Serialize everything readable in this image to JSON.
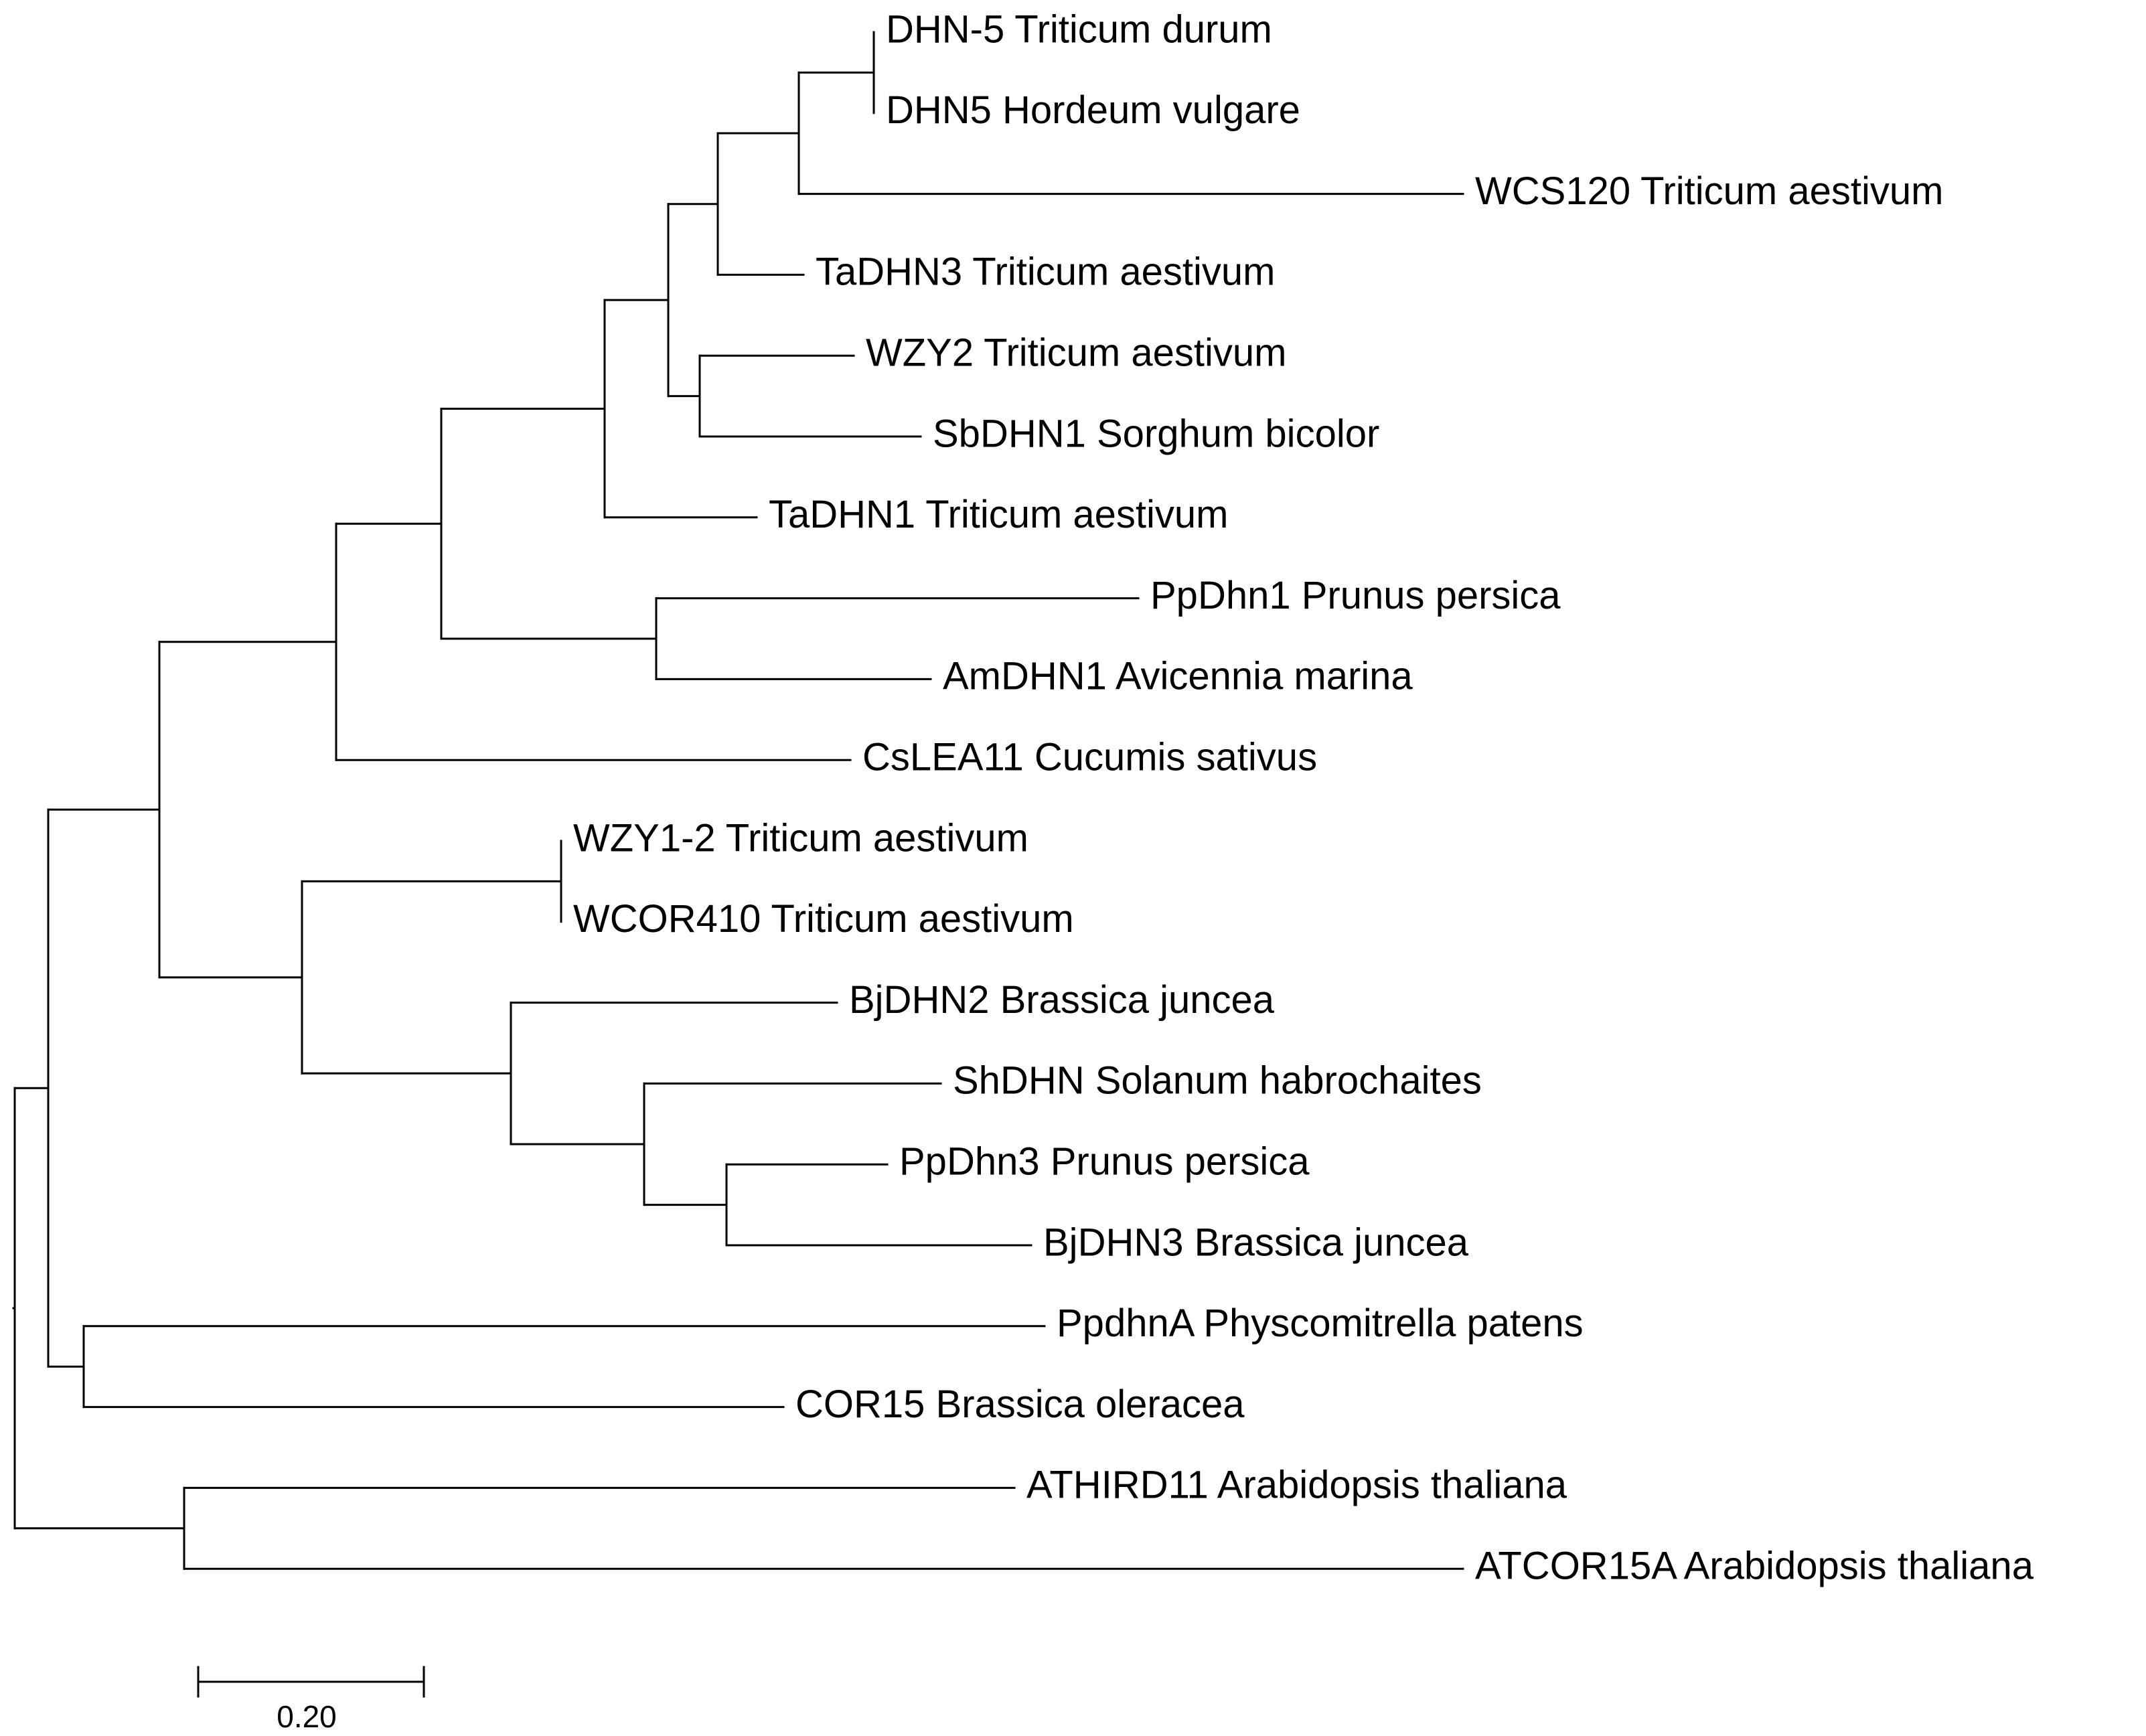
{
  "tree": {
    "leaves": [
      {
        "id": "dhn5td",
        "label": "DHN-5 Triticum durum"
      },
      {
        "id": "dhn5hv",
        "label": "DHN5 Hordeum vulgare"
      },
      {
        "id": "wcs120",
        "label": "WCS120 Triticum aestivum"
      },
      {
        "id": "tadhn3",
        "label": "TaDHN3 Triticum aestivum"
      },
      {
        "id": "wzy2",
        "label": "WZY2 Triticum aestivum"
      },
      {
        "id": "sbdhn1",
        "label": "SbDHN1 Sorghum bicolor"
      },
      {
        "id": "tadhn1",
        "label": "TaDHN1 Triticum aestivum"
      },
      {
        "id": "ppdhn1",
        "label": "PpDhn1 Prunus persica"
      },
      {
        "id": "amdhn1",
        "label": "AmDHN1 Avicennia marina"
      },
      {
        "id": "cslea11",
        "label": "CsLEA11 Cucumis sativus"
      },
      {
        "id": "wzy12",
        "label": "WZY1-2 Triticum aestivum"
      },
      {
        "id": "wcor410",
        "label": "WCOR410 Triticum aestivum"
      },
      {
        "id": "bjdhn2",
        "label": "BjDHN2 Brassica juncea"
      },
      {
        "id": "shdhn",
        "label": "ShDHN Solanum habrochaites"
      },
      {
        "id": "ppdhn3",
        "label": "PpDhn3 Prunus persica"
      },
      {
        "id": "bjdhn3",
        "label": "BjDHN3 Brassica juncea"
      },
      {
        "id": "ppdhna",
        "label": "PpdhnA Physcomitrella patens"
      },
      {
        "id": "cor15",
        "label": "COR15 Brassica oleracea"
      },
      {
        "id": "athird11",
        "label": "ATHIRD11 Arabidopsis thaliana"
      },
      {
        "id": "atcor15a",
        "label": "ATCOR15A Arabidopsis thaliana"
      }
    ],
    "scale_bar": {
      "label": "0.20",
      "length": 0.2
    }
  }
}
